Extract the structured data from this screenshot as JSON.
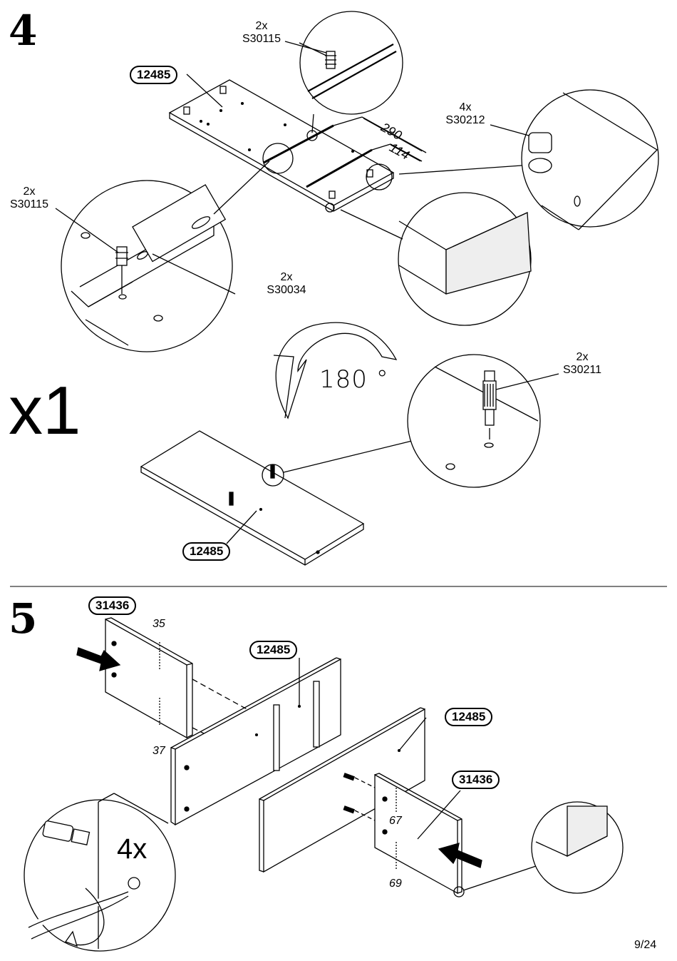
{
  "page_number": "9/24",
  "step4": {
    "number": "4",
    "multiplier": "x1",
    "rotation": "180 °",
    "panel_codes": [
      "12485",
      "12485"
    ],
    "callouts": [
      {
        "qty": "2x",
        "code": "S30115"
      },
      {
        "qty": "4x",
        "code": "S30212"
      },
      {
        "qty": "2x",
        "code": "S30115"
      },
      {
        "qty": "2x",
        "code": "S30034"
      },
      {
        "qty": "2x",
        "code": "S30211"
      }
    ],
    "dimensions": [
      "290",
      "114"
    ]
  },
  "step5": {
    "number": "5",
    "panel_codes": [
      "31436",
      "12485",
      "12485",
      "31436"
    ],
    "dimensions": [
      "35",
      "37",
      "67",
      "69"
    ],
    "count_label": "4x"
  }
}
